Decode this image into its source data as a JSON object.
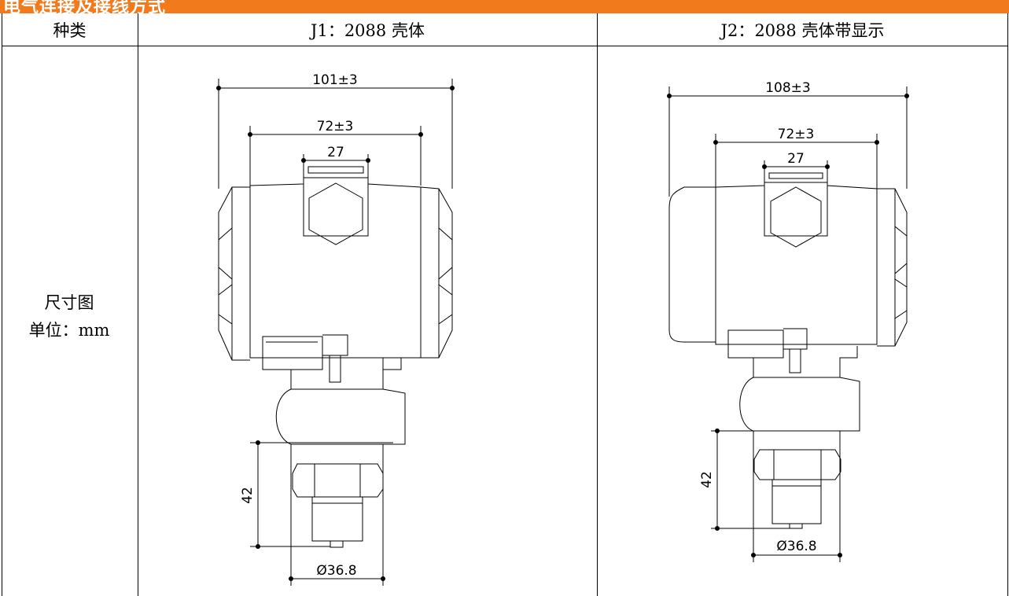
{
  "section_title": "电气连接及接线方式",
  "table": {
    "headers": [
      "种类",
      "J1：2088 壳体",
      "J2：2088 壳体带显示"
    ],
    "row_label": {
      "line1": "尺寸图",
      "line2": "单位：mm"
    }
  },
  "drawings": {
    "j1": {
      "overall_width": "101±3",
      "body_width": "72±3",
      "cap_width": "27",
      "height": "42",
      "diameter": "Ø36.8"
    },
    "j2": {
      "overall_width": "108±3",
      "body_width": "72±3",
      "cap_width": "27",
      "height": "42",
      "diameter": "Ø36.8"
    }
  },
  "colors": {
    "banner": "#f07a1c",
    "line": "#000000"
  }
}
